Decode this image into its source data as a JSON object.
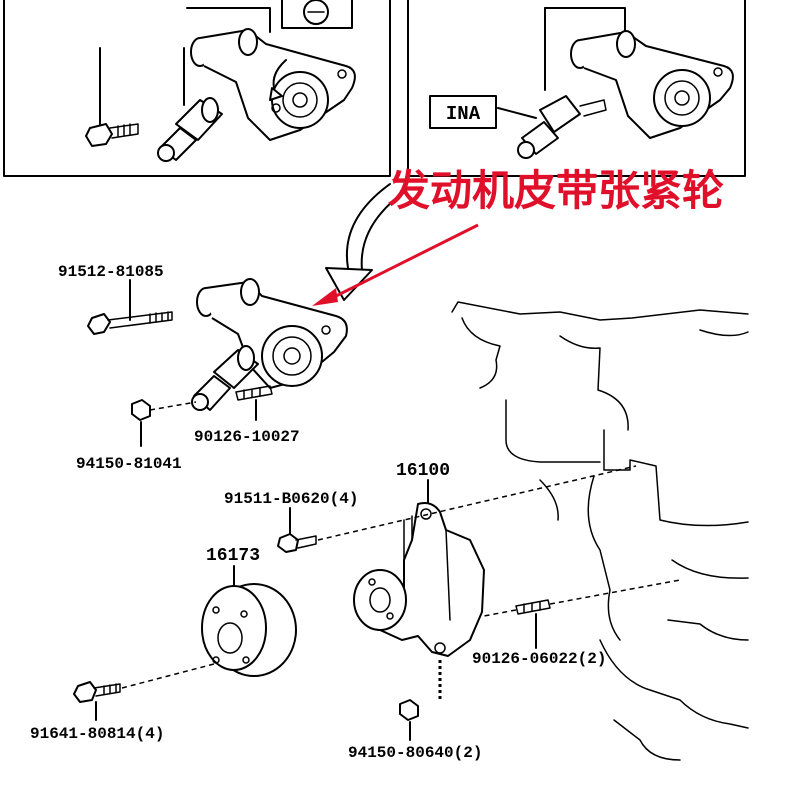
{
  "annotation": {
    "text": "发动机皮带张紧轮",
    "color": "#e0102a"
  },
  "inset_right": {
    "badge": "INA"
  },
  "part_numbers": {
    "bolt_tensioner": "91512-81085",
    "nut_tensioner": "94150-81041",
    "stud_tensioner": "90126-10027",
    "water_pump": "16100",
    "bolt_water_pump": "91511-B0620(4)",
    "pulley": "16173",
    "stud_water_pump": "90126-06022(2)",
    "bolt_pulley": "91641-80814(4)",
    "nut_water_pump": "94150-80640(2)"
  }
}
